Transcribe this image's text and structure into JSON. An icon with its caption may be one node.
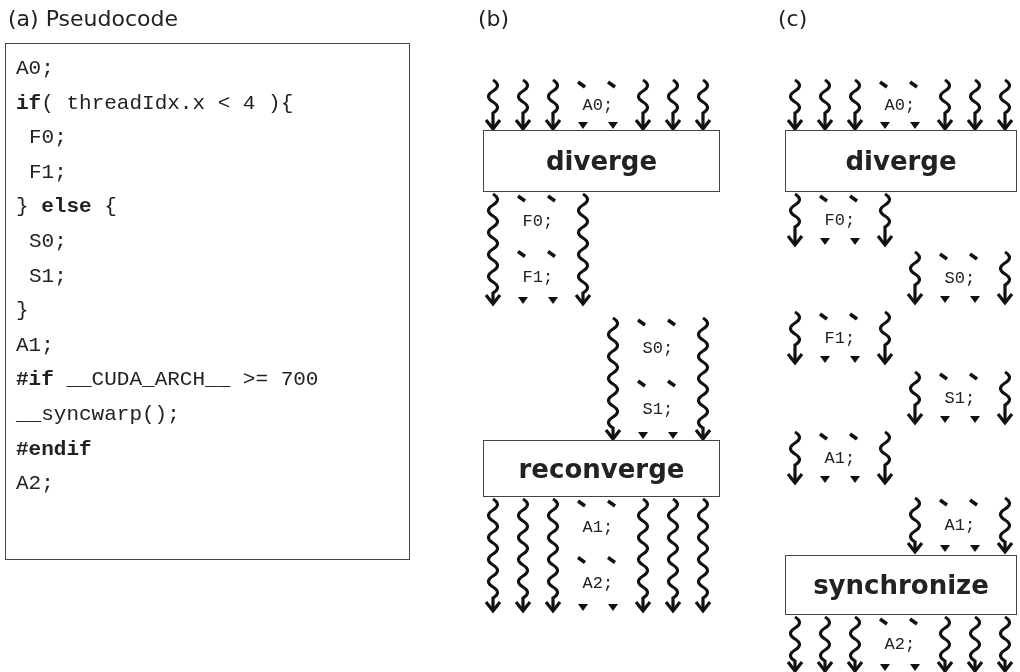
{
  "diagram": {
    "nodes": [
      {
        "text": [
          "A0;",
          "**if**( threadIdx.x < 4 ){",
          "F0;",
          "F1;",
          "} **else** {",
          "S0;",
          "S1;",
          "}",
          "A1;",
          "**#if** __CUDA_ARCH__ >= 700",
          "__syncwarp();",
          "**#endif**",
          "A2;"
        ]
      },
      {
        "text": [
          "diverge"
        ]
      },
      {
        "text": [
          "reconverge"
        ]
      },
      {
        "text": [
          "diverge"
        ]
      },
      {
        "text": [
          "synchronize"
        ]
      }
    ],
    "edges": [],
    "labels": [
      "(a) Pseudocode",
      "(b)",
      "(c)",
      "A0;",
      "F0;",
      "F1;",
      "S0;",
      "S1;",
      "A1;",
      "A2;",
      "A0;",
      "F0;",
      "S0;",
      "F1;",
      "S1;",
      "A1;",
      "A1;",
      "A2;"
    ]
  }
}
